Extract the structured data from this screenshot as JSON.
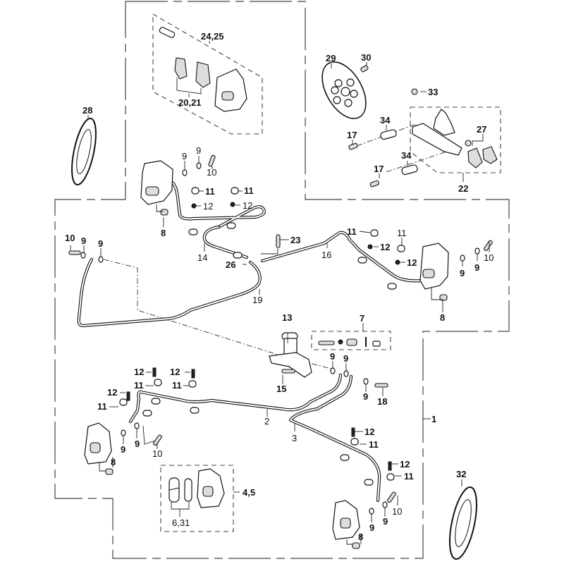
{
  "diagram": {
    "title": "Brake system parts diagram",
    "frame_label": "1",
    "callouts": [
      {
        "id": "c-24-25",
        "text": "24,25",
        "part": "front caliper assembly kit (upper)"
      },
      {
        "id": "c-20-21",
        "text": "20,21",
        "part": "brake pads"
      },
      {
        "id": "c-28",
        "text": "28",
        "part": "brake disc (left)"
      },
      {
        "id": "c-29",
        "text": "29",
        "part": "rear brake disc"
      },
      {
        "id": "c-30",
        "text": "30",
        "part": "disc bolt"
      },
      {
        "id": "c-33",
        "text": "33",
        "part": "cap"
      },
      {
        "id": "c-34a",
        "text": "34",
        "part": "collar"
      },
      {
        "id": "c-34b",
        "text": "34",
        "part": "collar"
      },
      {
        "id": "c-17a",
        "text": "17",
        "part": "bolt"
      },
      {
        "id": "c-17b",
        "text": "17",
        "part": "bolt"
      },
      {
        "id": "c-27",
        "text": "27",
        "part": "rear brake pads"
      },
      {
        "id": "c-22",
        "text": "22",
        "part": "rear caliper assembly"
      },
      {
        "id": "c-9-ul-a",
        "text": "9",
        "part": "washer"
      },
      {
        "id": "c-9-ul-b",
        "text": "9",
        "part": "washer"
      },
      {
        "id": "c-10-ul",
        "text": "10",
        "part": "banjo bolt"
      },
      {
        "id": "c-11-ul-a",
        "text": "11",
        "part": "clamp"
      },
      {
        "id": "c-11-ul-b",
        "text": "11",
        "part": "clamp"
      },
      {
        "id": "c-12-ul-a",
        "text": "12",
        "part": "bolt"
      },
      {
        "id": "c-12-ul-b",
        "text": "12",
        "part": "bolt"
      },
      {
        "id": "c-8-ul",
        "text": "8",
        "part": "caliper bolt"
      },
      {
        "id": "c-10-l",
        "text": "10",
        "part": "banjo bolt"
      },
      {
        "id": "c-9-l-a",
        "text": "9",
        "part": "washer"
      },
      {
        "id": "c-9-l-b",
        "text": "9",
        "part": "washer"
      },
      {
        "id": "c-23",
        "text": "23",
        "part": "bolt"
      },
      {
        "id": "c-14",
        "text": "14",
        "part": "brake pipe"
      },
      {
        "id": "c-26",
        "text": "26",
        "part": "grommet"
      },
      {
        "id": "c-16",
        "text": "16",
        "part": "brake pipe"
      },
      {
        "id": "c-19",
        "text": "19",
        "part": "brake pipe"
      },
      {
        "id": "c-11-ur-a",
        "text": "11",
        "part": "clamp"
      },
      {
        "id": "c-11-ur-b",
        "text": "11",
        "part": "clamp"
      },
      {
        "id": "c-12-ur-a",
        "text": "12",
        "part": "bolt"
      },
      {
        "id": "c-12-ur-b",
        "text": "12",
        "part": "bolt"
      },
      {
        "id": "c-9-ur-a",
        "text": "9",
        "part": "washer"
      },
      {
        "id": "c-9-ur-b",
        "text": "9",
        "part": "washer"
      },
      {
        "id": "c-10-ur",
        "text": "10",
        "part": "banjo bolt"
      },
      {
        "id": "c-8-ur",
        "text": "8",
        "part": "caliper bolt"
      },
      {
        "id": "c-13",
        "text": "13",
        "part": "master cylinder reservoir"
      },
      {
        "id": "c-7",
        "text": "7",
        "part": "master cylinder repair kit"
      },
      {
        "id": "c-15",
        "text": "15",
        "part": "bolt"
      },
      {
        "id": "c-9-m-a",
        "text": "9",
        "part": "washer"
      },
      {
        "id": "c-9-m-b",
        "text": "9",
        "part": "washer"
      },
      {
        "id": "c-9-m-c",
        "text": "9",
        "part": "washer"
      },
      {
        "id": "c-18",
        "text": "18",
        "part": "banjo bolt"
      },
      {
        "id": "c-12-ll-a",
        "text": "12",
        "part": "bolt"
      },
      {
        "id": "c-12-ll-b",
        "text": "12",
        "part": "bolt"
      },
      {
        "id": "c-12-ll-c",
        "text": "12",
        "part": "bolt"
      },
      {
        "id": "c-11-ll-a",
        "text": "11",
        "part": "clamp"
      },
      {
        "id": "c-11-ll-b",
        "text": "11",
        "part": "clamp"
      },
      {
        "id": "c-11-ll-c",
        "text": "11",
        "part": "clamp"
      },
      {
        "id": "c-2",
        "text": "2",
        "part": "brake pipe"
      },
      {
        "id": "c-3",
        "text": "3",
        "part": "brake pipe"
      },
      {
        "id": "c-9-ll-a",
        "text": "9",
        "part": "washer"
      },
      {
        "id": "c-9-ll-b",
        "text": "9",
        "part": "washer"
      },
      {
        "id": "c-10-ll",
        "text": "10",
        "part": "banjo bolt"
      },
      {
        "id": "c-8-ll",
        "text": "8",
        "part": "caliper bolt"
      },
      {
        "id": "c-4-5",
        "text": "4,5",
        "part": "rear caliper kit"
      },
      {
        "id": "c-6-31",
        "text": "6,31",
        "part": "brake pads"
      },
      {
        "id": "c-12-lr-a",
        "text": "12",
        "part": "bolt"
      },
      {
        "id": "c-12-lr-b",
        "text": "12",
        "part": "bolt"
      },
      {
        "id": "c-11-lr-a",
        "text": "11",
        "part": "clamp"
      },
      {
        "id": "c-11-lr-b",
        "text": "11",
        "part": "clamp"
      },
      {
        "id": "c-9-lr-a",
        "text": "9",
        "part": "washer"
      },
      {
        "id": "c-9-lr-b",
        "text": "9",
        "part": "washer"
      },
      {
        "id": "c-10-lr",
        "text": "10",
        "part": "banjo bolt"
      },
      {
        "id": "c-8-lr",
        "text": "8",
        "part": "caliper bolt"
      },
      {
        "id": "c-32",
        "text": "32",
        "part": "brake disc (right)"
      }
    ]
  }
}
